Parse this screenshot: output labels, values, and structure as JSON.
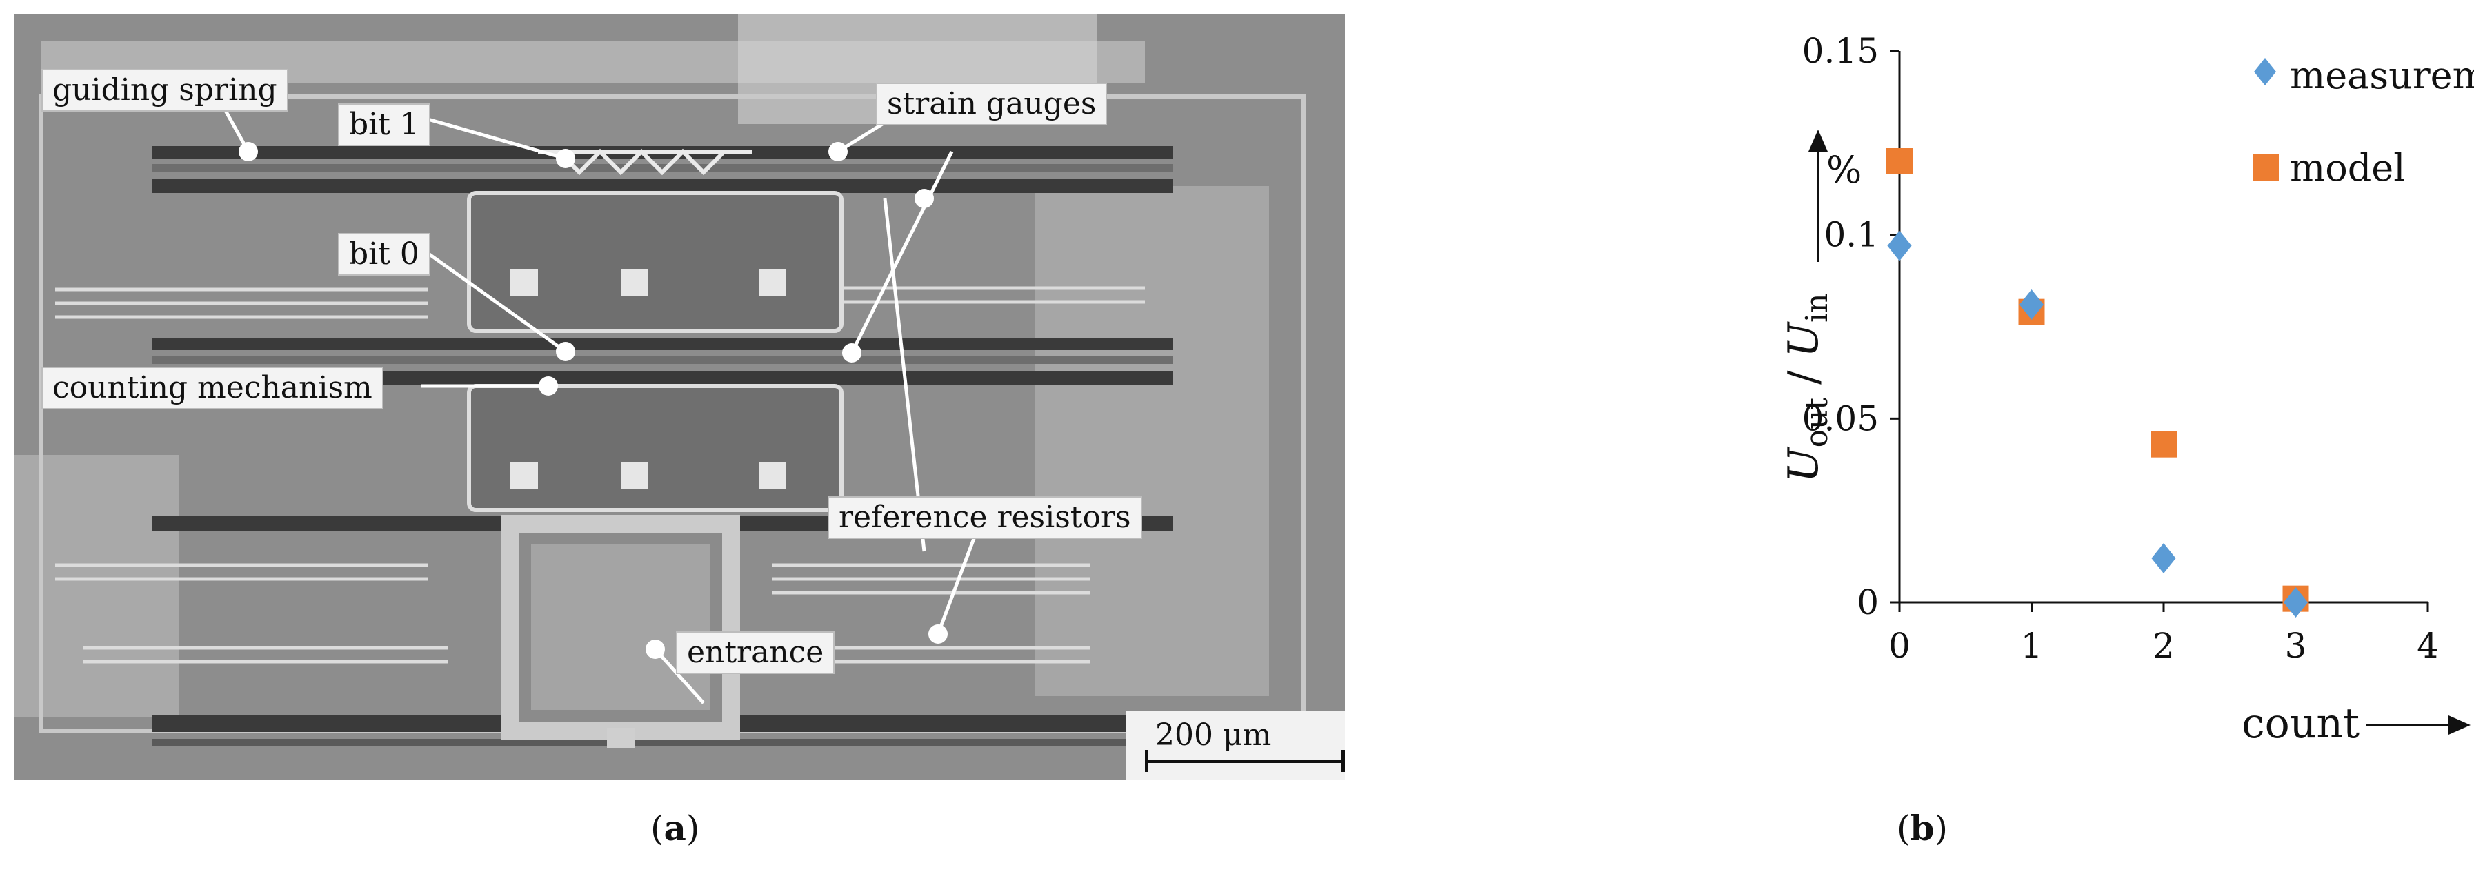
{
  "panel_a": {
    "label_prefix": "(",
    "label_letter": "a",
    "label_suffix": ")",
    "callouts": {
      "guiding_spring": "guiding spring",
      "bit1": "bit 1",
      "bit0": "bit 0",
      "strain_gauges": "strain gauges",
      "counting_mechanism": "counting mechanism",
      "reference_resistors": "reference resistors",
      "entrance": "entrance"
    },
    "scale_bar": "200 μm"
  },
  "panel_b": {
    "label_prefix": "(",
    "label_letter": "b",
    "label_suffix": ")"
  },
  "chart_data": {
    "type": "scatter",
    "x_ticks": [
      "0",
      "1",
      "2",
      "3",
      "4"
    ],
    "y_ticks": [
      "0",
      "0.05",
      "0.1",
      "0.15"
    ],
    "xlim": [
      0,
      4
    ],
    "ylim": [
      0,
      0.15
    ],
    "xlabel": "count",
    "ylabel_u": "U",
    "ylabel_out": "out",
    "ylabel_sep": " / ",
    "ylabel_in": "in",
    "yunit": "%",
    "grid": false,
    "legend_position": "top-right",
    "series": [
      {
        "name": "measurement",
        "marker": "diamond",
        "color": "#5b9bd5",
        "x": [
          0,
          1,
          2,
          3
        ],
        "y": [
          0.097,
          0.081,
          0.012,
          0.0
        ]
      },
      {
        "name": "model",
        "marker": "square",
        "color": "#ed7d31",
        "x": [
          0,
          1,
          2,
          3
        ],
        "y": [
          0.12,
          0.079,
          0.043,
          0.001
        ]
      }
    ]
  }
}
